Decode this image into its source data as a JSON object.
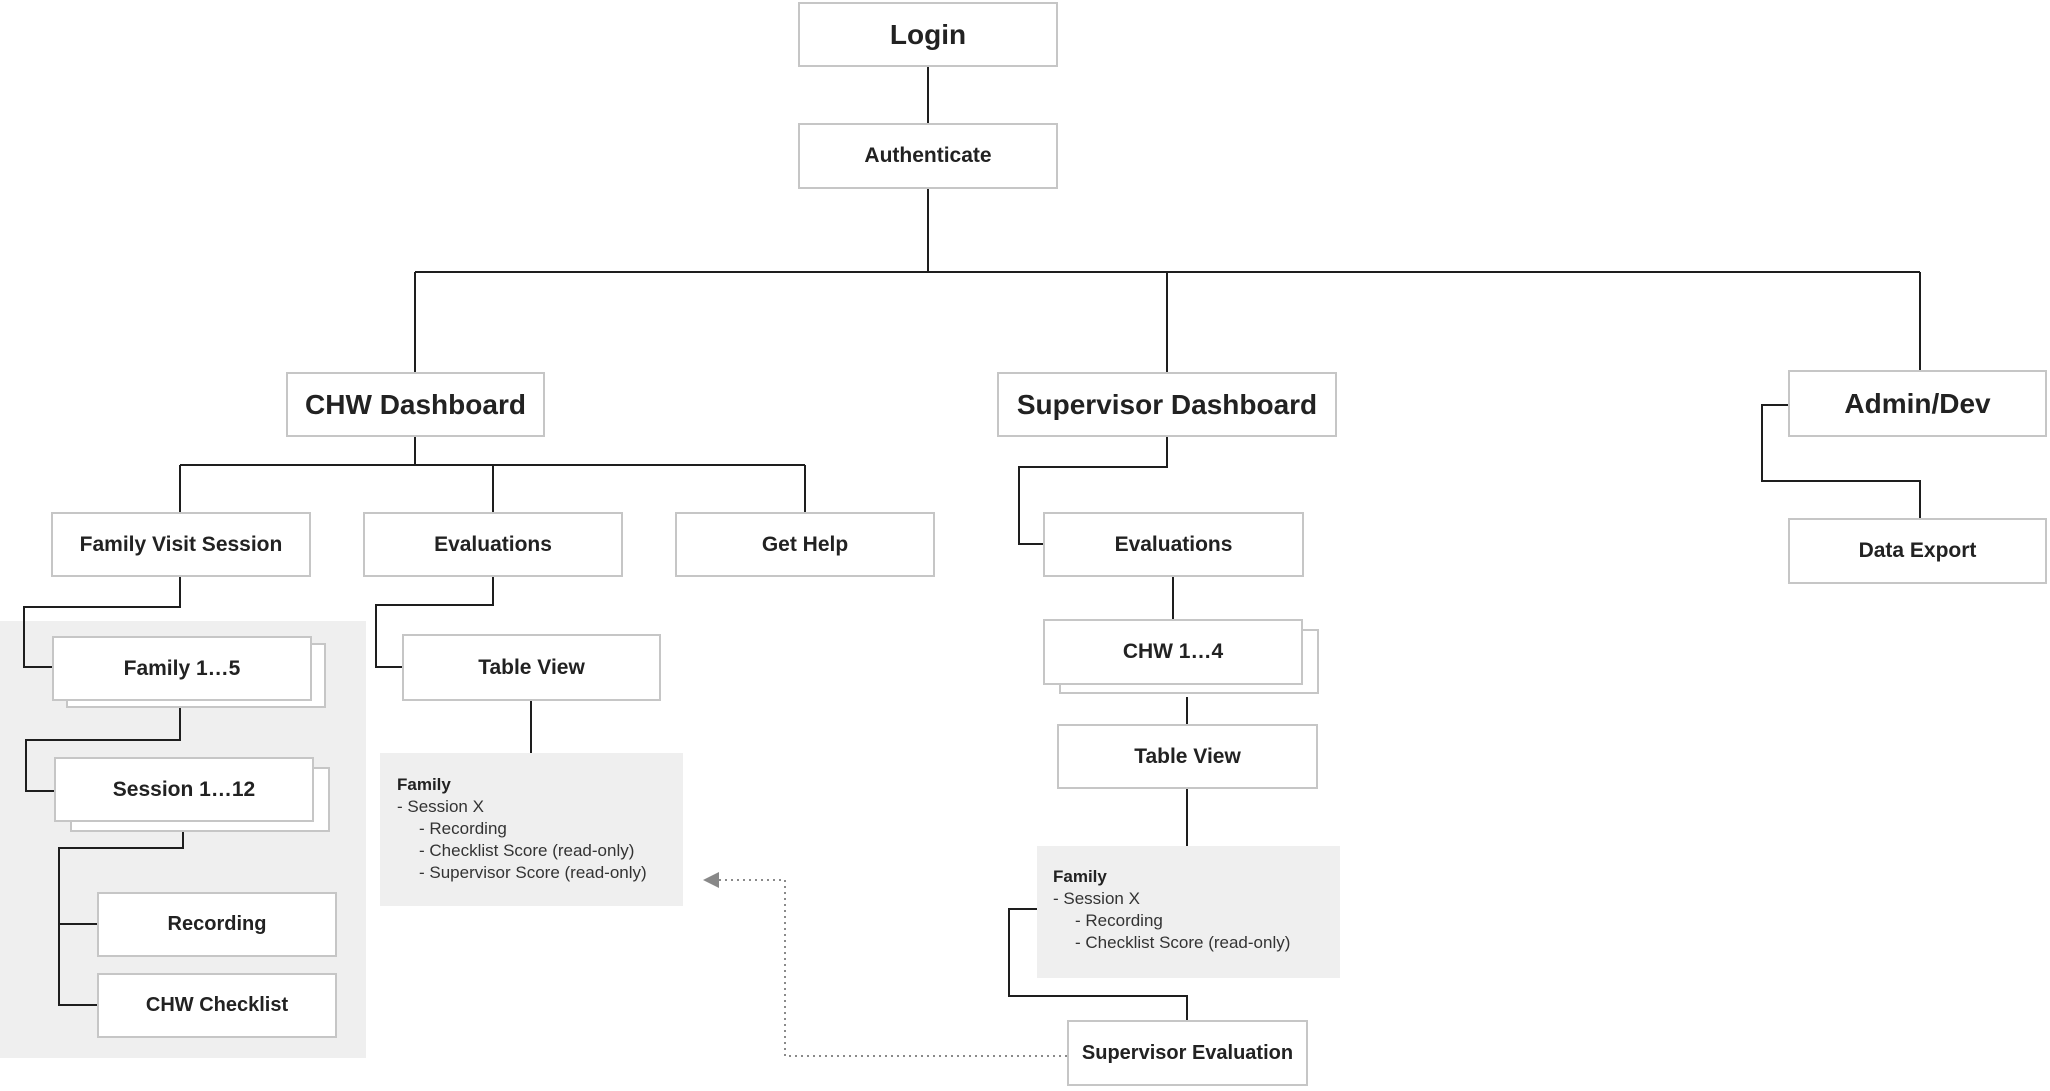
{
  "nodes": {
    "login": "Login",
    "authenticate": "Authenticate",
    "chw_dashboard": "CHW Dashboard",
    "supervisor_dashboard": "Supervisor Dashboard",
    "admin_dev": "Admin/Dev",
    "family_visit_session": "Family Visit Session",
    "chw_evaluations": "Evaluations",
    "get_help": "Get Help",
    "family_stack": "Family 1…5",
    "session_stack": "Session 1…12",
    "recording": "Recording",
    "chw_checklist": "CHW Checklist",
    "chw_table_view": "Table View",
    "sup_evaluations": "Evaluations",
    "chw_stack": "CHW 1…4",
    "sup_table_view": "Table View",
    "supervisor_evaluation": "Supervisor Evaluation",
    "data_export": "Data Export"
  },
  "chw_table_details": {
    "title": "Family",
    "lines": [
      "-   Session X",
      "-   Recording",
      "-   Checklist Score (read-only)",
      "-   Supervisor Score (read-only)"
    ]
  },
  "sup_table_details": {
    "title": "Family",
    "lines": [
      "-   Session X",
      "-   Recording",
      "-   Checklist Score (read-only)"
    ]
  }
}
